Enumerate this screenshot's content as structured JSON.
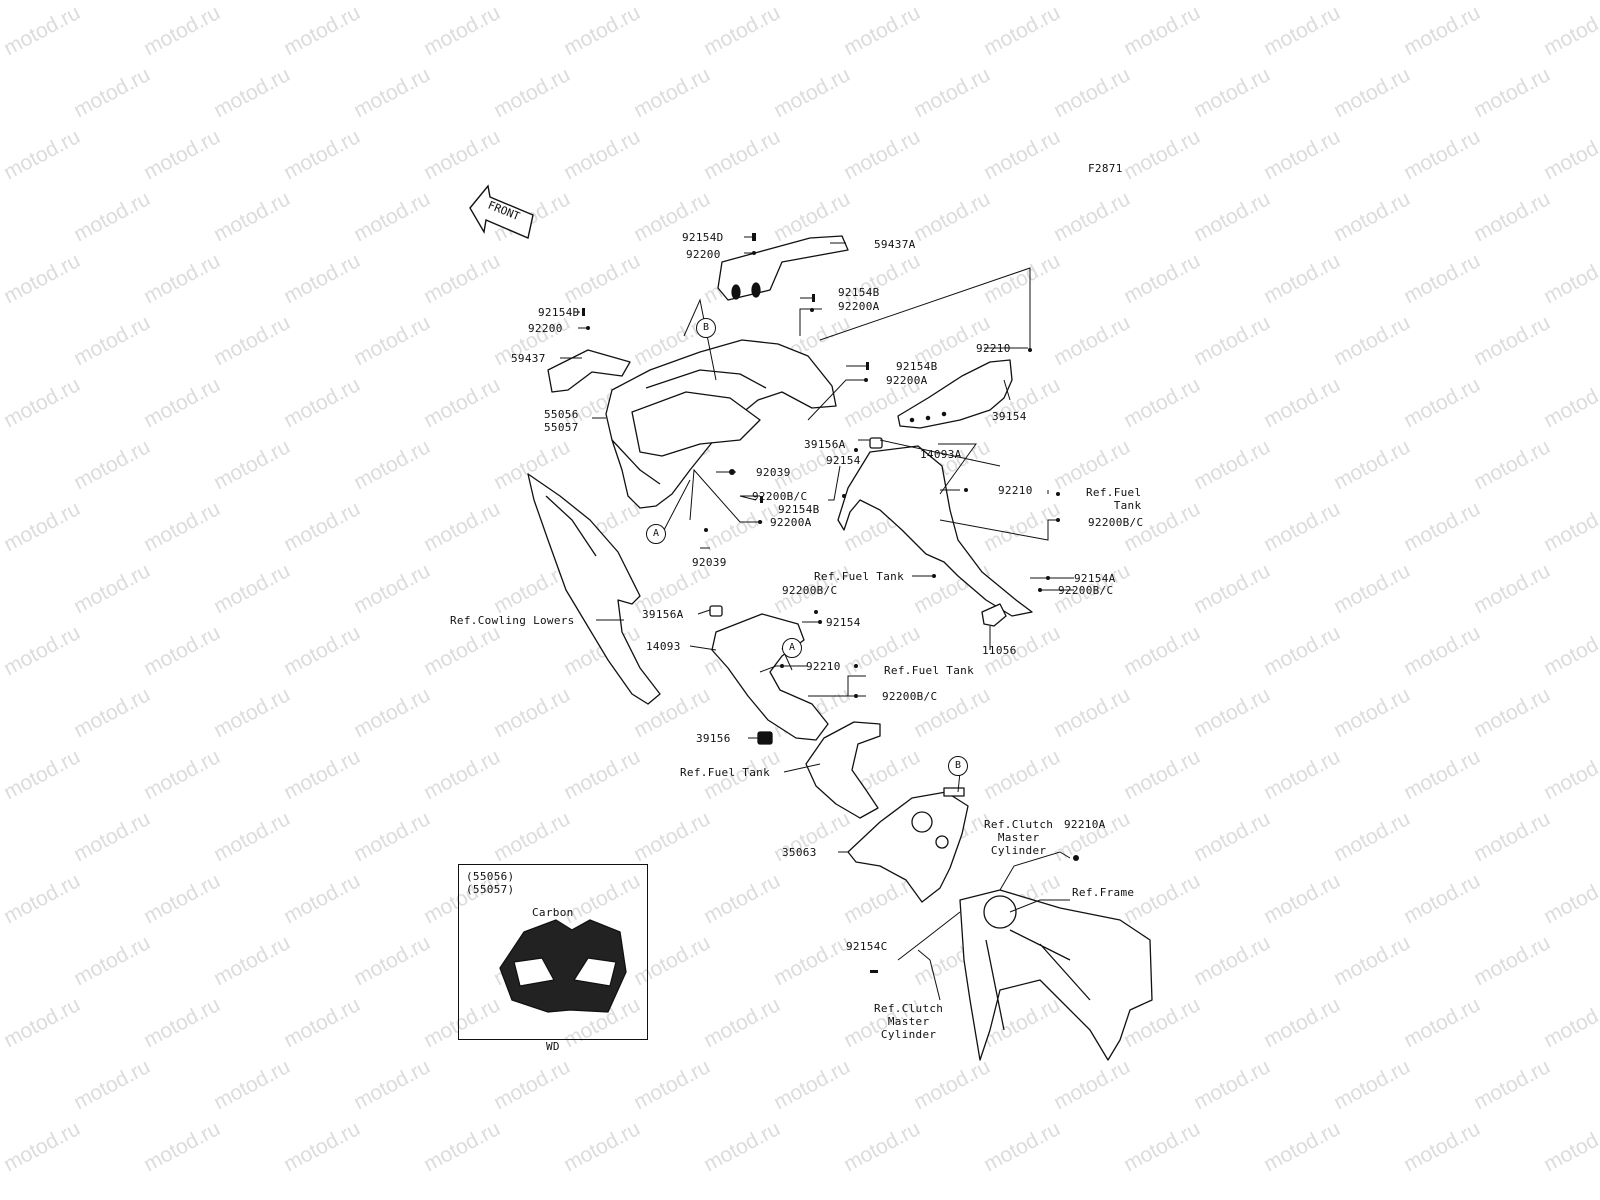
{
  "diagram_id": "F2871",
  "front_label": "FRONT",
  "watermark": "motod.ru",
  "part_labels": {
    "p92154D_top": "92154D",
    "p92200_top": "92200",
    "p59437A": "59437A",
    "p92154B_1": "92154B",
    "p92200A_1": "92200A",
    "p92154D_left": "92154D",
    "p92200_left": "92200",
    "p59437": "59437",
    "p55056": "55056",
    "p55057": "55057",
    "p92154B_2": "92154B",
    "p92200A_2": "92200A",
    "p92210_top": "92210",
    "p39154": "39154",
    "p39156A_1": "39156A",
    "p14093A": "14093A",
    "p92154_1": "92154",
    "p92039_1": "92039",
    "p92200BC_1": "92200B/C",
    "p92154B_3": "92154B",
    "p92200A_3": "92200A",
    "p92210_mid": "92210",
    "p92200BC_2": "92200B/C",
    "p92039_2": "92039",
    "p92200BC_3": "92200B/C",
    "p92154A": "92154A",
    "p92200BC_4": "92200B/C",
    "p39156A_2": "39156A",
    "p92154_2": "92154",
    "p14093": "14093",
    "p11056": "11056",
    "p92210_low": "92210",
    "p92200BC_5": "92200B/C",
    "p39156": "39156",
    "p35063": "35063",
    "p92210A": "92210A",
    "p92154C": "92154C"
  },
  "references": {
    "fuel_tank_right": "Ref.Fuel\nTank",
    "fuel_tank_mid": "Ref.Fuel Tank",
    "cowling_lowers": "Ref.Cowling Lowers",
    "fuel_tank_low": "Ref.Fuel Tank",
    "fuel_tank_left": "Ref.Fuel Tank",
    "clutch_master_upper": "Ref.Clutch\nMaster\nCylinder",
    "frame": "Ref.Frame",
    "clutch_master_lower": "Ref.Clutch\nMaster\nCylinder"
  },
  "callouts": {
    "b_top": "B",
    "a_left": "A",
    "a_mid": "A",
    "b_low": "B"
  },
  "inset": {
    "parts": "(55056)\n(55057)",
    "material": "Carbon",
    "variant": "WD"
  }
}
